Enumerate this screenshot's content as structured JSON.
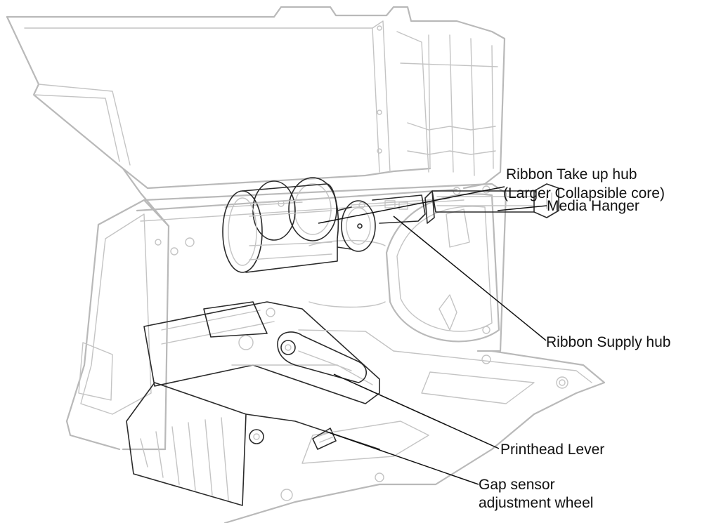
{
  "labels": {
    "ribbon_take_up_line1": "Ribbon Take up hub",
    "ribbon_take_up_line2": "(Larger Collapsible core)",
    "media_hanger": "Media Hanger",
    "ribbon_supply_hub": "Ribbon Supply hub",
    "printhead_lever": "Printhead Lever",
    "gap_sensor_line1": "Gap sensor",
    "gap_sensor_line2": "adjustment wheel"
  },
  "colors": {
    "outline": "#b9b9b9",
    "detail": "#2b2b2b",
    "text": "#111111"
  }
}
